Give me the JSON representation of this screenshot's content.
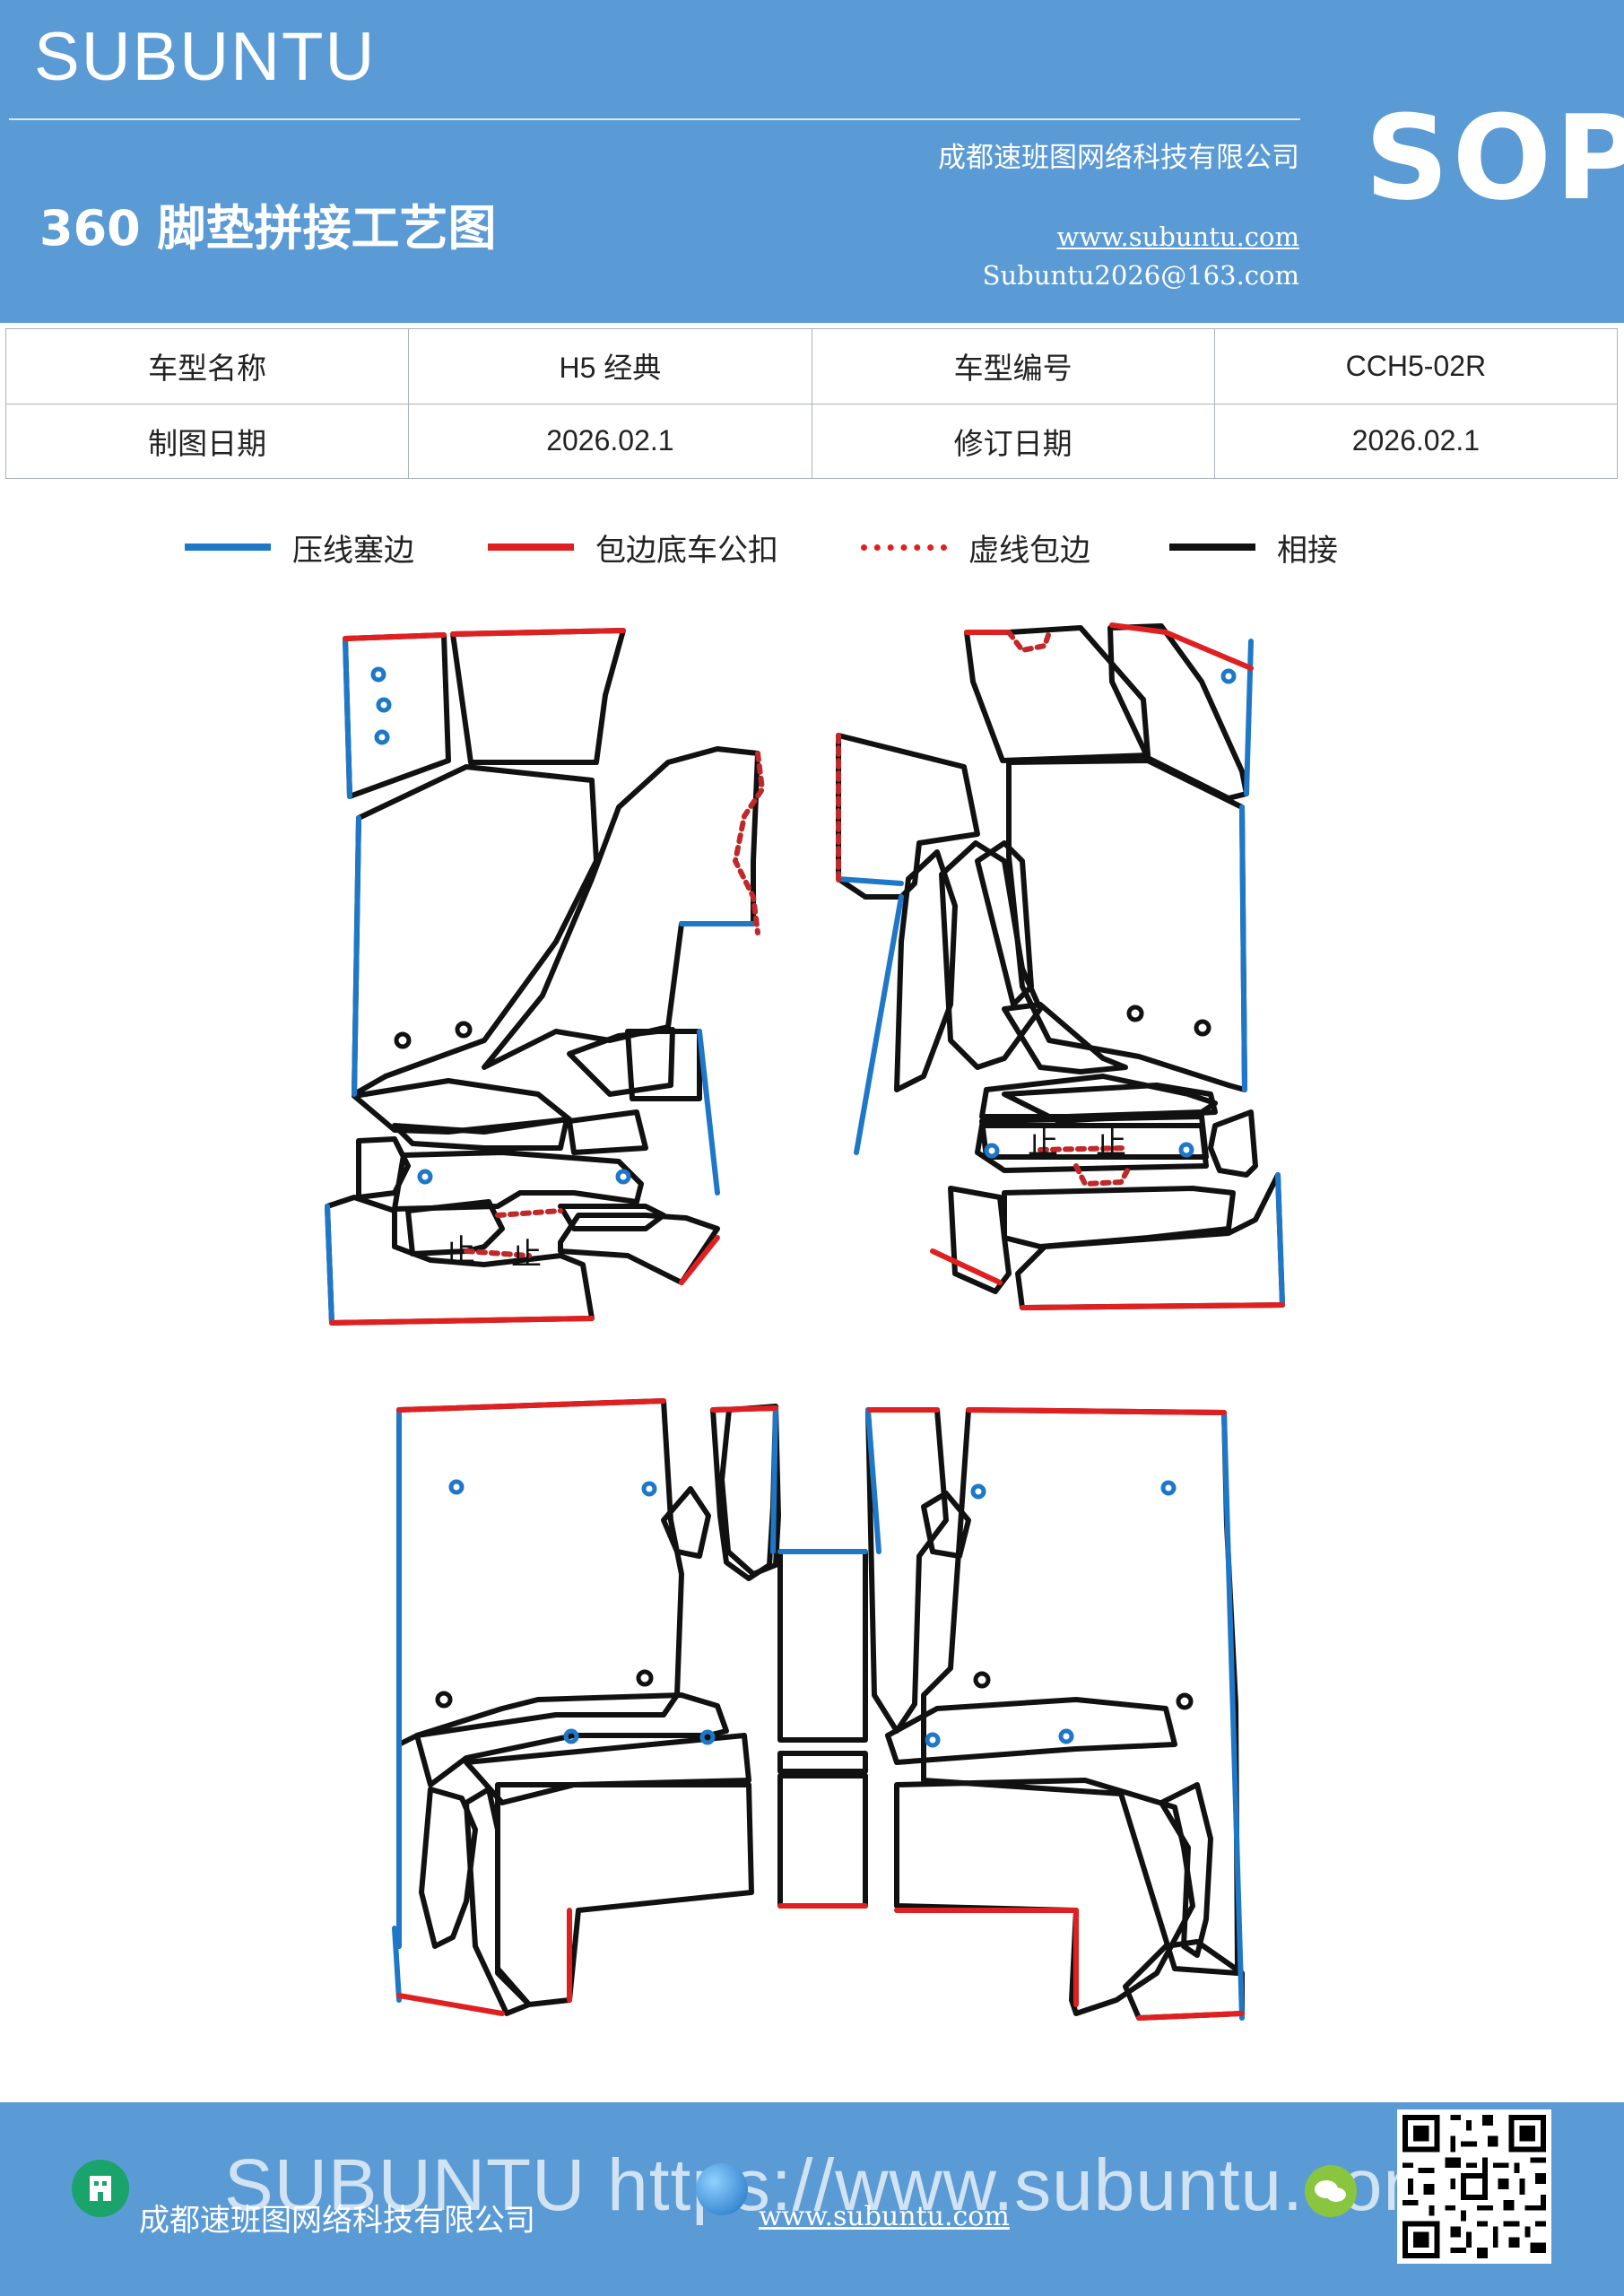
{
  "header": {
    "brand": "SUBUNTU",
    "title": "360 脚垫拼接工艺图",
    "company": "成都速班图网络科技有限公司",
    "website": "www.subuntu.com",
    "email": "Subuntu2026@163.com",
    "badge": "SOP"
  },
  "info_table": {
    "rows": [
      [
        "车型名称",
        "H5 经典",
        "车型编号",
        "CCH5-02R"
      ],
      [
        "制图日期",
        "2026.02.1",
        "修订日期",
        "2026.02.1"
      ]
    ]
  },
  "legend": [
    {
      "label": "压线塞边",
      "color": "#1f77c8",
      "style": "solid"
    },
    {
      "label": "包边底车公扣",
      "color": "#e02020",
      "style": "solid"
    },
    {
      "label": "虚线包边",
      "color": "#e02020",
      "style": "dotted"
    },
    {
      "label": "相接",
      "color": "#111111",
      "style": "solid"
    }
  ],
  "diagram": {
    "stop_mark": "止"
  },
  "footer": {
    "watermark": "SUBUNTU https://www.subuntu.com",
    "company": "成都速班图网络科技有限公司",
    "website": "www.subuntu.com"
  },
  "icons": [
    "building-icon",
    "globe-icon",
    "wechat-icon",
    "qr-code"
  ],
  "colors": {
    "header_bg": "#5b9bd5",
    "blue_line": "#1f77c8",
    "red_line": "#e02020",
    "black_line": "#111111"
  }
}
